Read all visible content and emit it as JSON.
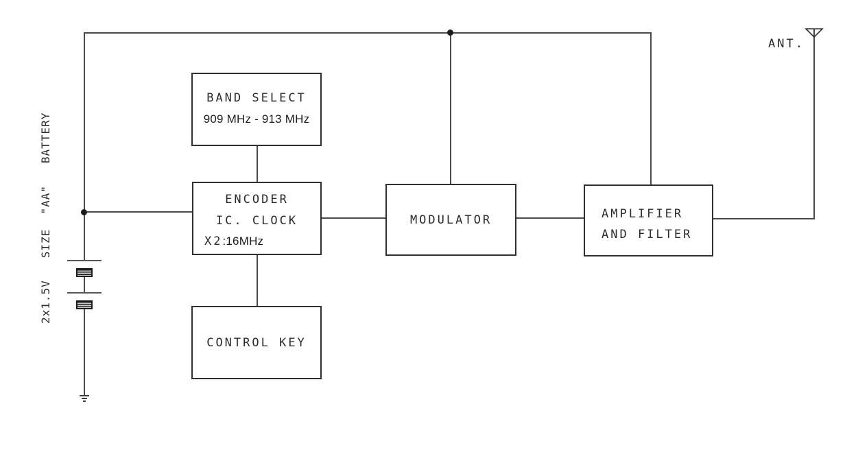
{
  "blocks": {
    "band_select": {
      "title": "BAND SELECT",
      "subtitle": "909 MHz - 913 MHz"
    },
    "encoder": {
      "line1": "ENCODER",
      "line2": "IC. CLOCK",
      "clock_prefix": "X2",
      "clock_suffix": ":16MHz"
    },
    "modulator": {
      "label": "MODULATOR"
    },
    "amplifier": {
      "line1": "AMPLIFIER",
      "line2": "AND FILTER"
    },
    "control_key": {
      "label": "CONTROL KEY"
    }
  },
  "annotations": {
    "battery_label": "2x1.5V   SIZE  \"AA\"   BATTERY",
    "antenna_label": "ANT."
  },
  "icons": {
    "antenna": "antenna-icon",
    "ground": "ground-icon",
    "battery": "battery-symbol"
  },
  "colors": {
    "wire": "#4a4a4a",
    "box_border": "#2f2f2f",
    "text": "#2b2b2b",
    "background": "#ffffff"
  }
}
